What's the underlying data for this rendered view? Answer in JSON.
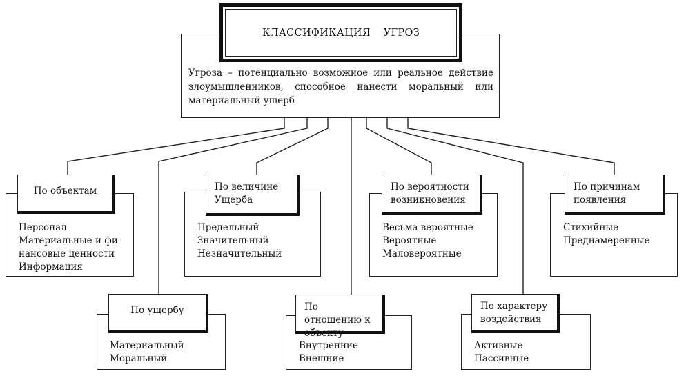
{
  "title": "КЛАССИФИКАЦИЯ УГРОЗ",
  "definition": "Угроза – потенциально возможное или реальное действие злоумышленников, способное нанести моральный или материальный ущерб",
  "categories": [
    {
      "label": "По объектам",
      "items": [
        "Персонал",
        "Материальные и фи-",
        "нансовые ценности",
        "Информация"
      ]
    },
    {
      "label": "По величине Ущерба",
      "items": [
        "Предельный",
        "Значительный",
        "Незначительный"
      ]
    },
    {
      "label": "По вероятности возникновения",
      "items": [
        "Весьма вероятные",
        "Вероятные",
        "Маловероятные"
      ]
    },
    {
      "label": "По причинам появления",
      "items": [
        "Стихийные",
        "Преднамеренные"
      ]
    },
    {
      "label": "По ущербу",
      "items": [
        "Материальный",
        "Моральный"
      ]
    },
    {
      "label": "По отношению к объекту",
      "items": [
        "Внутренние",
        "Внешние"
      ]
    },
    {
      "label": "По характеру воздействия",
      "items": [
        "Активные",
        "Пассивные"
      ]
    }
  ]
}
